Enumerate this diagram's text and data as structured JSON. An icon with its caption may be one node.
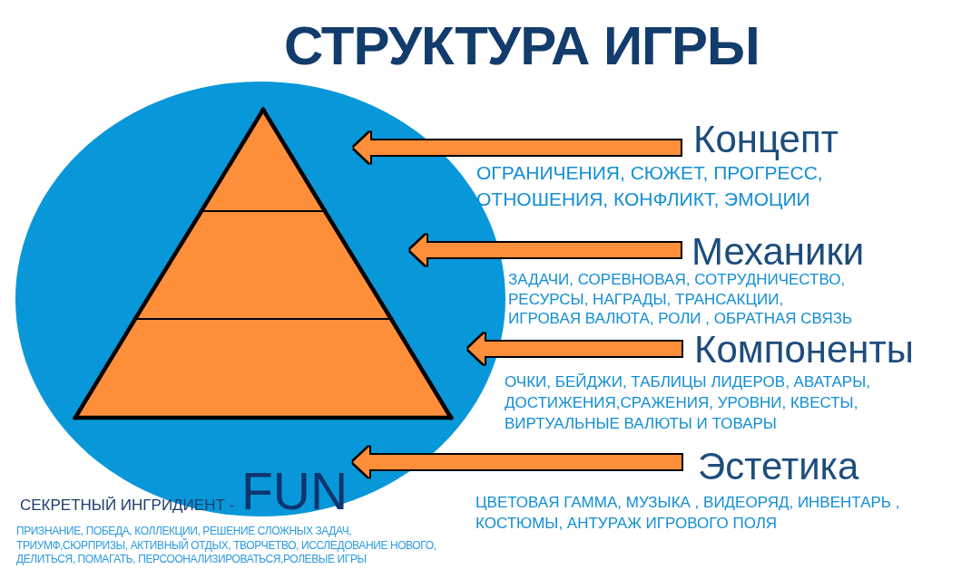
{
  "diagram": {
    "title": "СТРУКТУРА ИГРЫ",
    "nodes": [
      {
        "text": [],
        "shape": "circle"
      },
      {
        "text": [],
        "shape": "triangle",
        "in": 0
      },
      {
        "text": [],
        "shape": "trapezoid",
        "in": 0
      },
      {
        "text": [],
        "shape": "trapezoid",
        "in": 0
      },
      {
        "text": [
          "Концепт"
        ],
        "beside": [
          "ОГРАНИЧЕНИЯ, СЮЖЕТ, ПРОГРЕСС, ОТНОШЕНИЯ, КОНФЛИКТ, ЭМОЦИИ"
        ]
      },
      {
        "text": [
          "Механики"
        ],
        "beside": [
          "ЗАДАЧИ, СОРЕВНОВАЯ, СОТРУДНИЧЕСТВО, РЕСУРСЫ, НАГРАДЫ, ТРАНСАКЦИИ, ИГРОВАЯ ВАЛЮТА, РОЛИ , ОБРАТНАЯ СВЯЗЬ"
        ]
      },
      {
        "text": [
          "Компоненты"
        ],
        "beside": [
          "ОЧКИ, БЕЙДЖИ, ТАБЛИЦЫ ЛИДЕРОВ, АВАТАРЫ, ДОСТИЖЕНИЯ,СРАЖЕНИЯ, УРОВНИ, КВЕСТЫ, ВИРТУАЛЬНЫЕ ВАЛЮТЫ И ТОВАРЫ"
        ]
      },
      {
        "text": [
          "Эстетика"
        ],
        "beside": [
          "ЦВЕТОВАЯ ГАММА, МУЗЫКА , ВИДЕОРЯД, ИНВЕНТАРЬ , КОСТЮМЫ, АНТУРАЖ ИГРОВОГО ПОЛЯ"
        ]
      },
      {
        "text": [
          "FUN"
        ],
        "in": 0,
        "beside": [
          "СЕКРЕТНЫЙ ИНГРИДИЕНТ -",
          "ПРИЗНАНИЕ, ПОБЕДА, КОЛЛЕКЦИИ, РЕШЕНИЕ СЛОЖНЫХ ЗАДАЧ, ТРИУМФ,СЮРПРИЗЫ, АКТИВНЫЙ ОТДЫХ, ТВОРЧЕТВО, ИССЛЕДОВАНИЕ НОВОГО, ДЕЛИТЬСЯ, ПОМАГАТЬ, ПЕРСООНАЛИЗИРОВАТЬСЯ,РОЛЕВЫЕ ИГРЫ"
        ]
      }
    ],
    "edges": [
      {
        "from": 4,
        "to": 1,
        "arrow": "to"
      },
      {
        "from": 5,
        "to": 2,
        "arrow": "to"
      },
      {
        "from": 6,
        "to": 3,
        "arrow": "to"
      },
      {
        "from": 7,
        "to": 8,
        "arrow": "to"
      }
    ]
  }
}
